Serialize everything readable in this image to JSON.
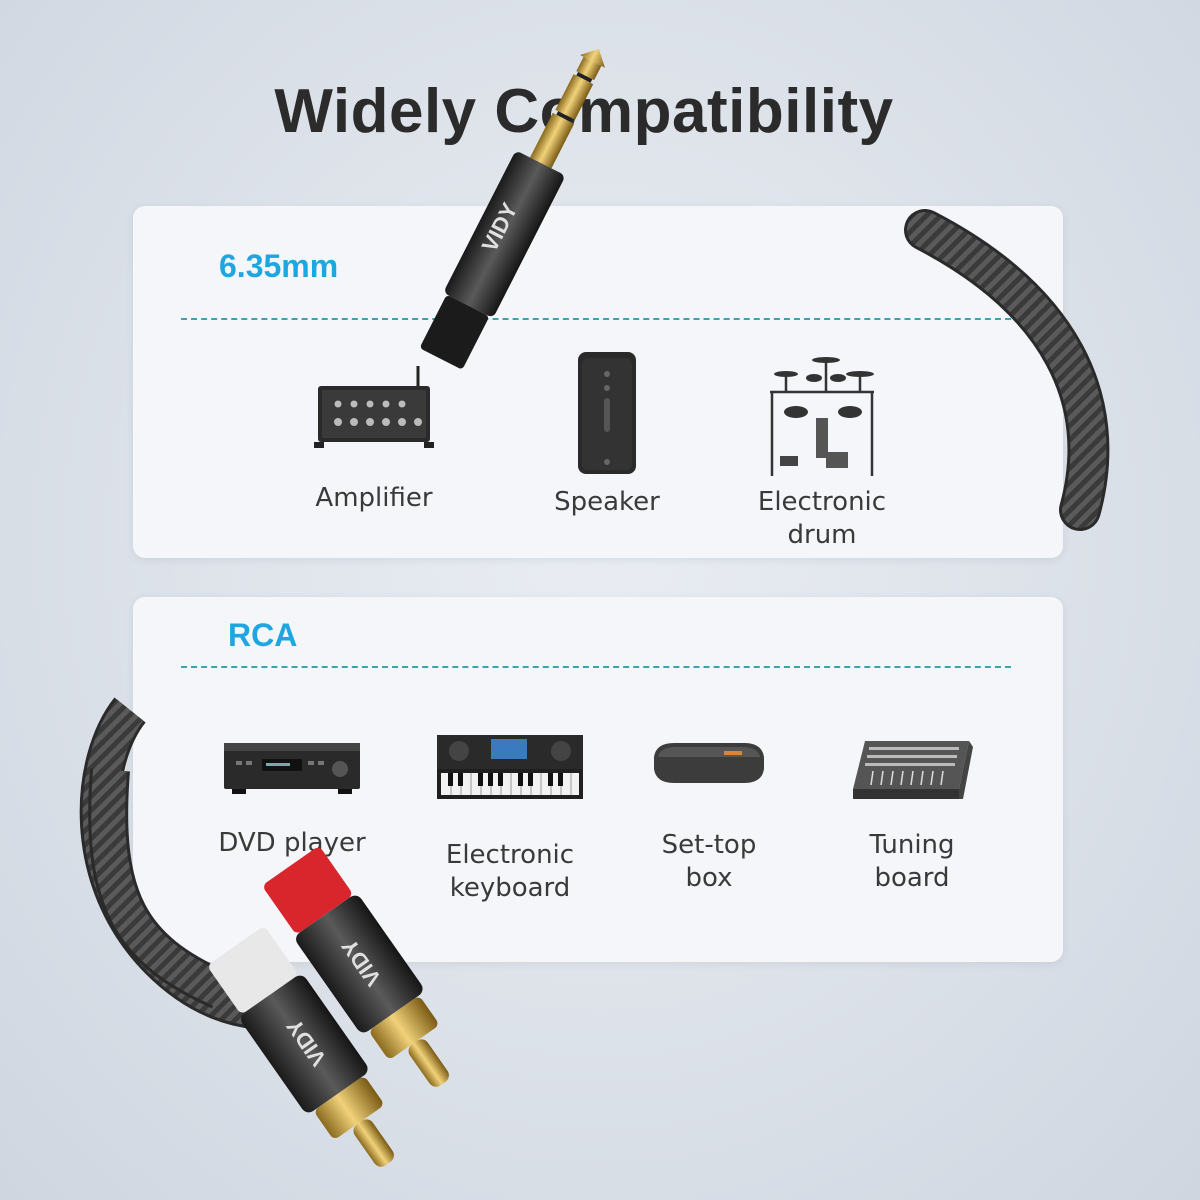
{
  "heading": "Widely Compatibility",
  "brand": "VIDY",
  "sections": [
    {
      "label": "6.35mm",
      "items": [
        {
          "icon": "amplifier-icon",
          "label": "Amplifier"
        },
        {
          "icon": "speaker-icon",
          "label": "Speaker"
        },
        {
          "icon": "electronic-drum-icon",
          "label": "Electronic\ndrum"
        }
      ]
    },
    {
      "label": "RCA",
      "items": [
        {
          "icon": "dvd-player-icon",
          "label": "DVD player"
        },
        {
          "icon": "electronic-keyboard-icon",
          "label": "Electronic\nkeyboard"
        },
        {
          "icon": "set-top-box-icon",
          "label": "Set-top\nbox"
        },
        {
          "icon": "tuning-board-icon",
          "label": "Tuning\nboard"
        }
      ]
    }
  ],
  "colors": {
    "accent": "#1ea6e0",
    "dash": "#3aa3ad",
    "gold": "#c9a24a",
    "red_collar": "#d8262c"
  }
}
